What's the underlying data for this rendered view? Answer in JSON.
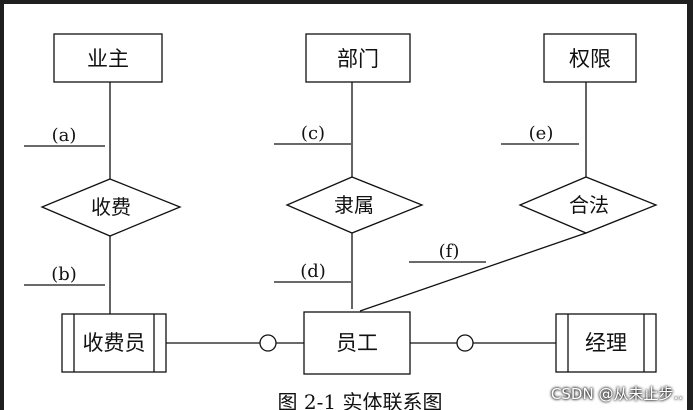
{
  "diagram": {
    "entities": {
      "owner": "业主",
      "department": "部门",
      "permission": "权限",
      "toll_collector": "收费员",
      "employee": "员工",
      "manager": "经理"
    },
    "relationships": {
      "charge": "收费",
      "belong": "隶属",
      "legal": "合法"
    },
    "blanks": {
      "a": "(a)",
      "b": "(b)",
      "c": "(c)",
      "d": "(d)",
      "e": "(e)",
      "f": "(f)"
    },
    "caption": "图 2-1 实体联系图"
  },
  "watermark": "CSDN @从未止步.."
}
